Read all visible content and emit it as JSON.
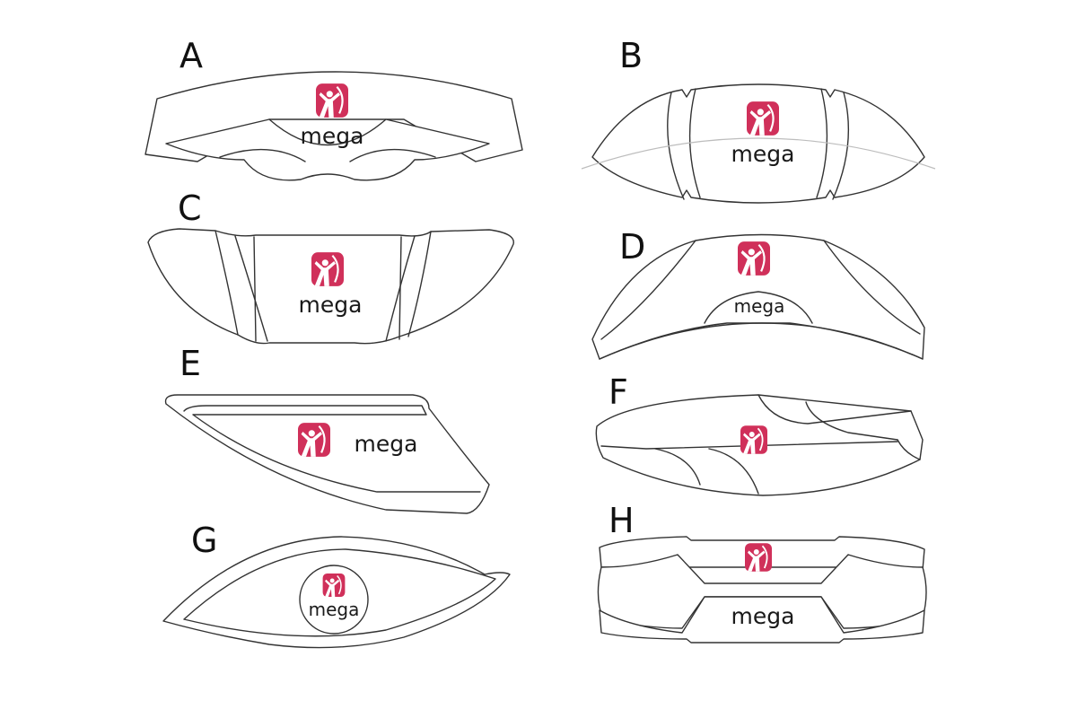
{
  "brand": {
    "wordmark": "mega",
    "logo_color": "#d0305a"
  },
  "panels": [
    {
      "id": "A",
      "label": "A",
      "wordmark": "mega"
    },
    {
      "id": "B",
      "label": "B",
      "wordmark": "mega"
    },
    {
      "id": "C",
      "label": "C",
      "wordmark": "mega"
    },
    {
      "id": "D",
      "label": "D",
      "wordmark": "mega"
    },
    {
      "id": "E",
      "label": "E",
      "wordmark": "mega"
    },
    {
      "id": "F",
      "label": "F"
    },
    {
      "id": "G",
      "label": "G",
      "wordmark": "mega"
    },
    {
      "id": "H",
      "label": "H",
      "wordmark": "mega"
    }
  ]
}
